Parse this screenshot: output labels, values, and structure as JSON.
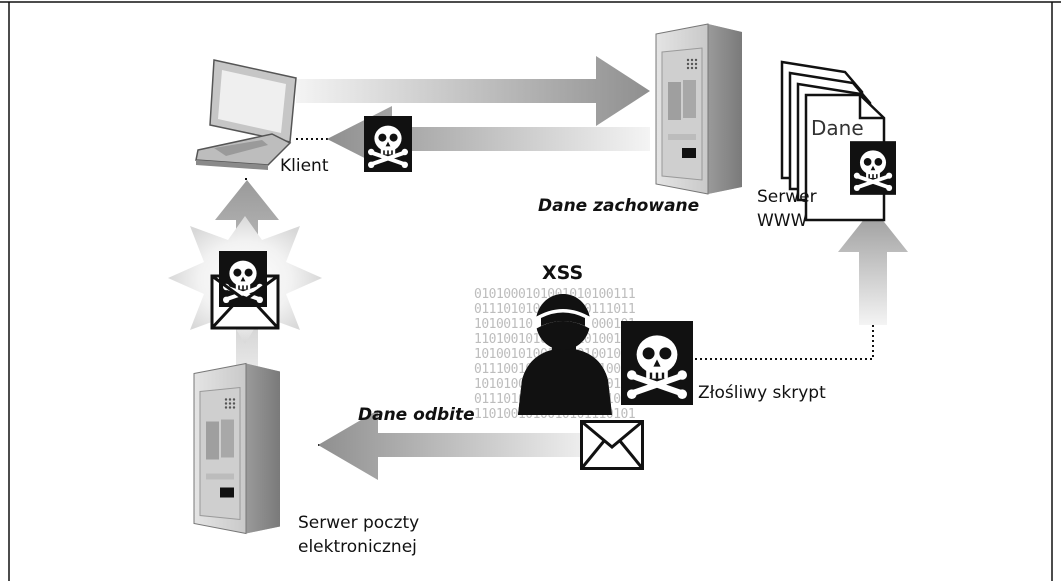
{
  "labels": {
    "client": "Klient",
    "stored_data": "Dane zachowane",
    "web_server_line1": "Serwer",
    "web_server_line2": "WWW",
    "document": "Dane",
    "xss": "XSS",
    "malicious_script": "Złośliwy skrypt",
    "reflected_data": "Dane odbite",
    "mail_server_line1": "Serwer poczty",
    "mail_server_line2": "elektronicznej"
  },
  "binary_background": [
    "0101000101001010100111",
    "0111010100101010111011",
    "1010011010010101000101",
    "1101001010011010100101",
    "1010010100101101001010",
    "0111001010010101110010",
    "1010100101001010100110",
    "0111010100101011001010",
    "1101001010010101110101"
  ],
  "icons": [
    "laptop-icon",
    "web-server-icon",
    "documents-icon",
    "skull-icon",
    "envelope-icon",
    "hacker-icon",
    "mail-server-icon",
    "burst-icon"
  ],
  "colors": {
    "ink": "#111111",
    "arrow_dark": "#9a9a9a",
    "arrow_light": "#f4f4f4",
    "server_light": "#d9d9d9",
    "server_dark": "#8c8c8c"
  }
}
